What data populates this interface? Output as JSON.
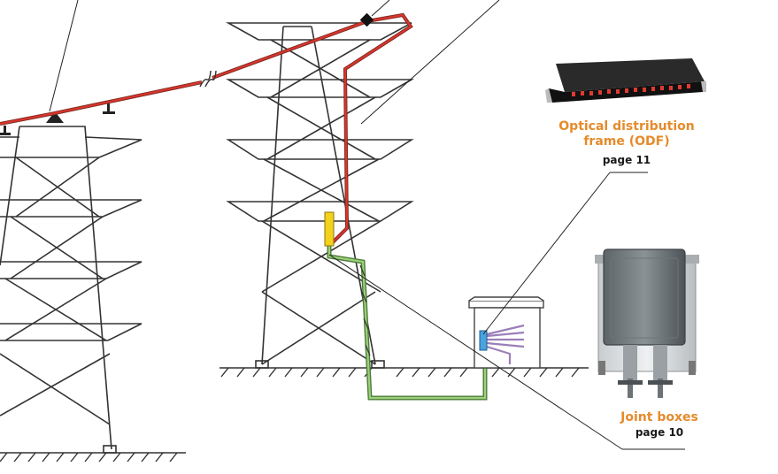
{
  "colors": {
    "accent": "#e58b2c",
    "cable_red": "#d9352b",
    "cable_green": "#77b255",
    "tower_line": "#333333"
  },
  "odf": {
    "title": "Optical distribution frame (ODF)",
    "page_ref": "page 11"
  },
  "joint_box": {
    "title": "Joint boxes",
    "page_ref": "page 10"
  }
}
